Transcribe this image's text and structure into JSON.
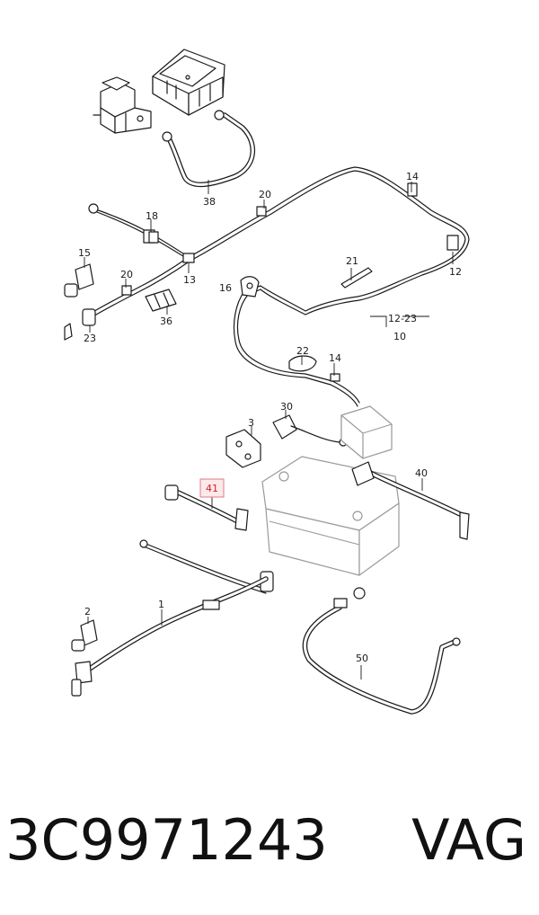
{
  "diagram": {
    "labels": [
      {
        "id": "38",
        "text": "38"
      },
      {
        "id": "14a",
        "text": "14"
      },
      {
        "id": "20a",
        "text": "20"
      },
      {
        "id": "18",
        "text": "18"
      },
      {
        "id": "15",
        "text": "15"
      },
      {
        "id": "20b",
        "text": "20"
      },
      {
        "id": "13",
        "text": "13"
      },
      {
        "id": "12",
        "text": "12"
      },
      {
        "id": "21",
        "text": "21"
      },
      {
        "id": "16",
        "text": "16"
      },
      {
        "id": "36",
        "text": "36"
      },
      {
        "id": "23",
        "text": "23"
      },
      {
        "id": "12-23",
        "text": "12-23"
      },
      {
        "id": "10",
        "text": "10"
      },
      {
        "id": "22",
        "text": "22"
      },
      {
        "id": "14b",
        "text": "14"
      },
      {
        "id": "30",
        "text": "30"
      },
      {
        "id": "3",
        "text": "3"
      },
      {
        "id": "40",
        "text": "40"
      },
      {
        "id": "41",
        "text": "41",
        "highlighted": true
      },
      {
        "id": "1",
        "text": "1"
      },
      {
        "id": "2",
        "text": "2"
      },
      {
        "id": "50",
        "text": "50"
      }
    ],
    "highlight_color": "#c8252c"
  },
  "caption": {
    "part_number": "3C9971243",
    "brand": "VAG"
  }
}
